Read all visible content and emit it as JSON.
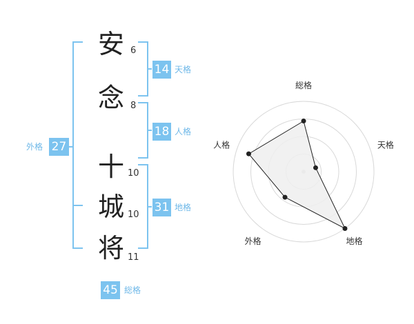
{
  "name_chars": [
    {
      "char": "安",
      "strokes": "6"
    },
    {
      "char": "念",
      "strokes": "8"
    },
    {
      "char": "十",
      "strokes": "10"
    },
    {
      "char": "城",
      "strokes": "10"
    },
    {
      "char": "将",
      "strokes": "11"
    }
  ],
  "fortunes": {
    "tenkaku": {
      "value": "14",
      "label": "天格"
    },
    "jinkaku": {
      "value": "18",
      "label": "人格"
    },
    "chikaku": {
      "value": "31",
      "label": "地格"
    },
    "gaikaku": {
      "value": "27",
      "label": "外格"
    },
    "soukaku": {
      "value": "45",
      "label": "総格"
    }
  },
  "chart_data": {
    "type": "radar",
    "axes": [
      "総格",
      "天格",
      "地格",
      "外格",
      "人格"
    ],
    "values": [
      0.72,
      0.18,
      1.0,
      0.45,
      0.82
    ],
    "rings": 4,
    "colors": {
      "fill": "#eeeeee",
      "line": "#222222",
      "grid": "#d8d8d8",
      "bracket": "#7cc3ef"
    }
  }
}
